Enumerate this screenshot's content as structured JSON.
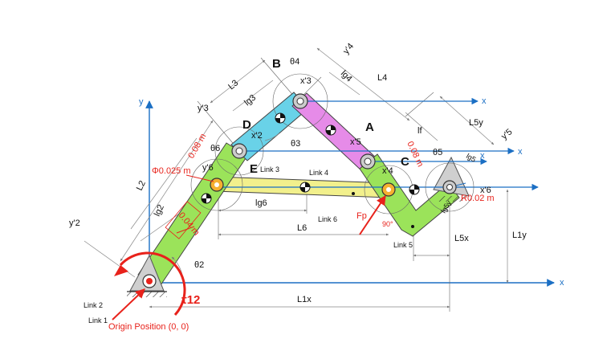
{
  "labels": {
    "B": "B",
    "D": "D",
    "A": "A",
    "C": "C",
    "E": "E",
    "theta4": "θ4",
    "theta3": "θ3",
    "theta6": "θ6",
    "theta2": "θ2",
    "theta5": "θ5",
    "x3p": "x'3",
    "x2p": "x'2",
    "x5p": "x'5",
    "x4p": "x'4",
    "x6p": "x'6",
    "y3p": "y'3",
    "y4p": "y'4",
    "y5p": "y'5",
    "y6p": "y'6",
    "y2p": "y'2",
    "L2": "L2",
    "L3": "L3",
    "L4": "L4",
    "L5y": "L5y",
    "L5x": "L5x",
    "L6": "L6",
    "L1x": "L1x",
    "L1y": "L1y",
    "lg2": "lg2",
    "lg3": "lg3",
    "lg4": "lg4",
    "lg5": "lg5",
    "lg6": "lg6",
    "lgy": "lg5y",
    "lf": "lf",
    "link1": "Link 1",
    "link2": "Link 2",
    "link3": "Link 3",
    "link4": "Link 4",
    "link5": "Link 5",
    "link6": "Link 6",
    "phi": "Φ0.025 m",
    "d008a": "0.08 m",
    "d008b": "0.08 m",
    "d004": "0.04 m",
    "r002": "R0.02 m",
    "Fp": "Fp",
    "deg90": "90°",
    "tau12": "τ12",
    "origin": "Origin Position (0, 0)",
    "axisX": "x",
    "axisY": "y"
  },
  "colors": {
    "link2": "#9be35a",
    "link3": "#69d2e8",
    "link4": "#e68be8",
    "link5": "#9be35a",
    "link6": "#f2f08c",
    "axis": "#1b6fc4",
    "red": "#e8221b"
  }
}
